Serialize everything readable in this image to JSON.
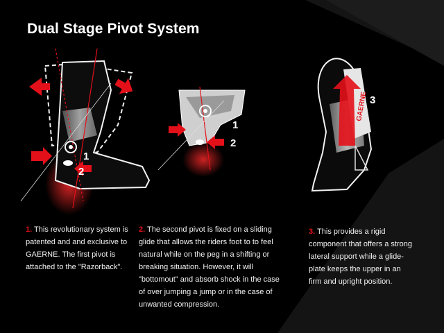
{
  "title": "Dual Stage Pivot System",
  "figures": {
    "left_labels": [
      "1",
      "2"
    ],
    "middle_labels": [
      "1",
      "2"
    ],
    "right_label": "3",
    "brand_text": "GAERNE"
  },
  "descriptions": [
    {
      "number": "1.",
      "text": " This revolutionary system is patented and and exclusive to GAERNE. The first pivot is attached to the \"Razorback\"."
    },
    {
      "number": "2.",
      "text": " The second pivot is fixed on a sliding glide that allows the riders foot to to feel natural while on the peg in a shifting or breaking situation. However, it will \"bottomout\" and absorb shock in the case of over jumping a jump or in the case of unwanted compression."
    },
    {
      "number": "3.",
      "text": " This provides a rigid component that offers a strong lateral support while a glide-plate keeps the upper in an firm and upright position."
    }
  ],
  "colors": {
    "background": "#000000",
    "panel": "#141414",
    "accent": "#e3101a",
    "text": "#ffffff"
  }
}
